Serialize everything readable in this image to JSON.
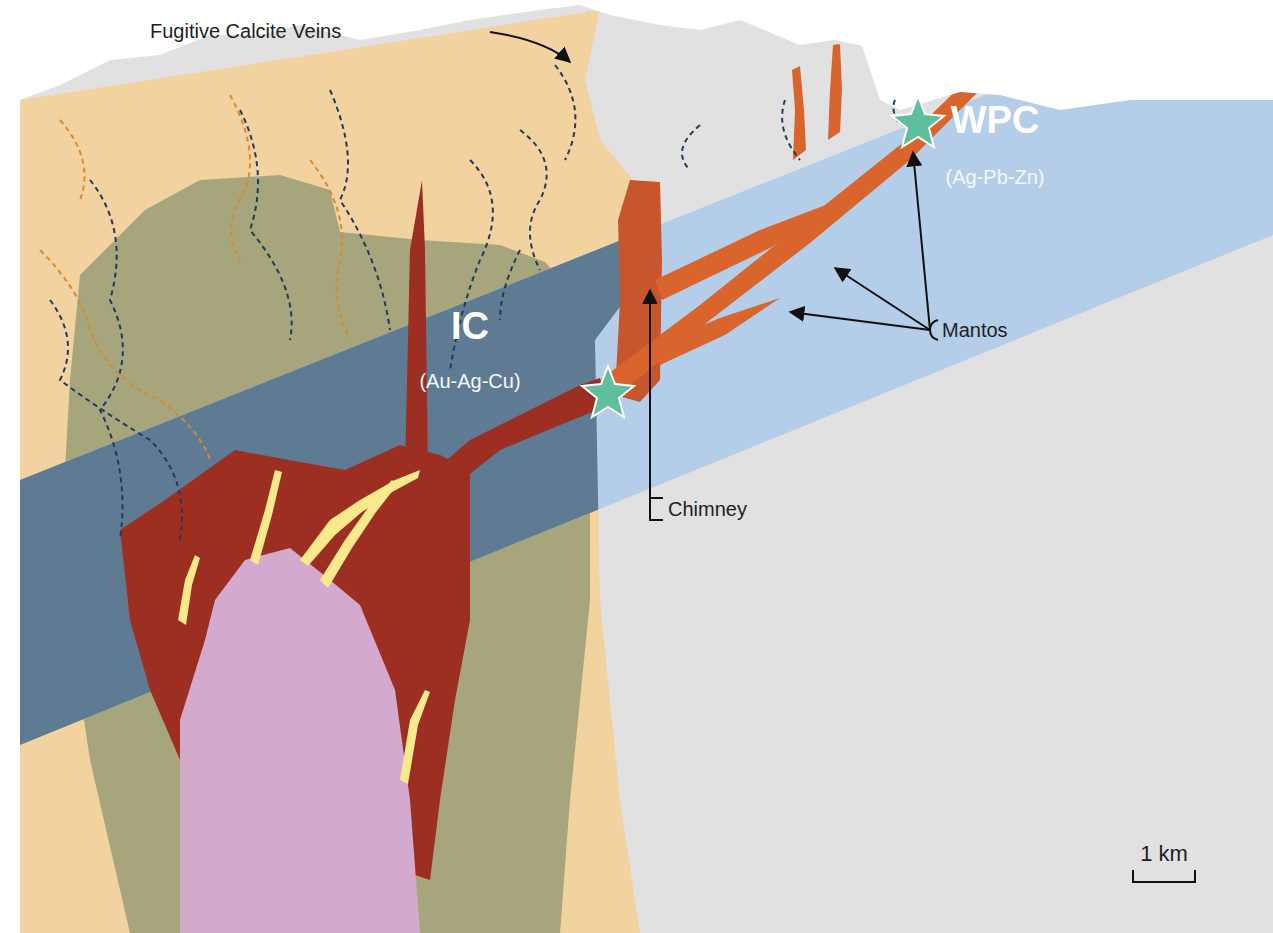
{
  "diagram": {
    "labels": [
      "Fugitive Calcite Veins",
      "WPC",
      "(Ag-Pb-Zn)",
      "IC",
      "(Au-Ag-Cu)",
      "Mantos",
      "Chimney",
      "1 km"
    ]
  }
}
